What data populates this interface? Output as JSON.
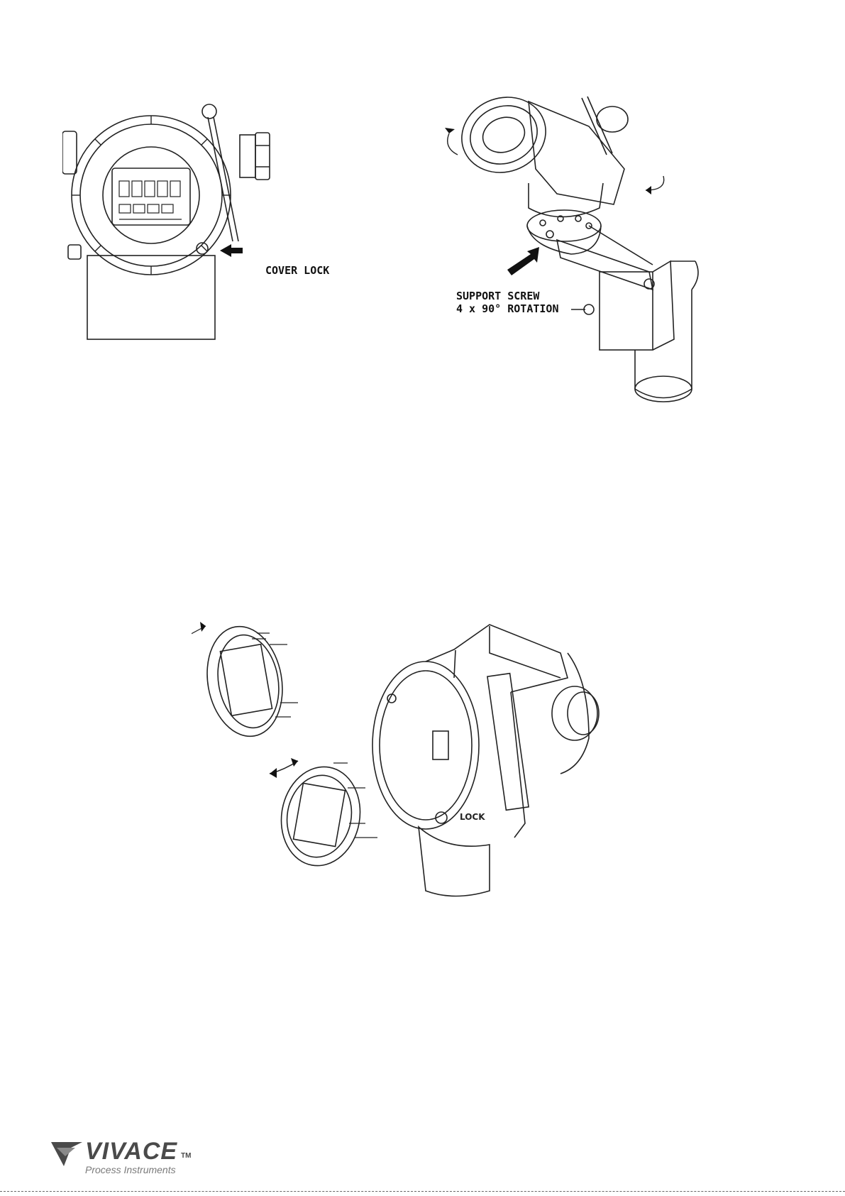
{
  "figure1": {
    "callout": "COVER LOCK"
  },
  "figure2": {
    "callout_line1": "SUPPORT SCREW",
    "callout_line2": "4 x 90° ROTATION"
  },
  "footer": {
    "brand": "VIVACE",
    "trademark": "TM",
    "tagline": "Process Instruments"
  }
}
